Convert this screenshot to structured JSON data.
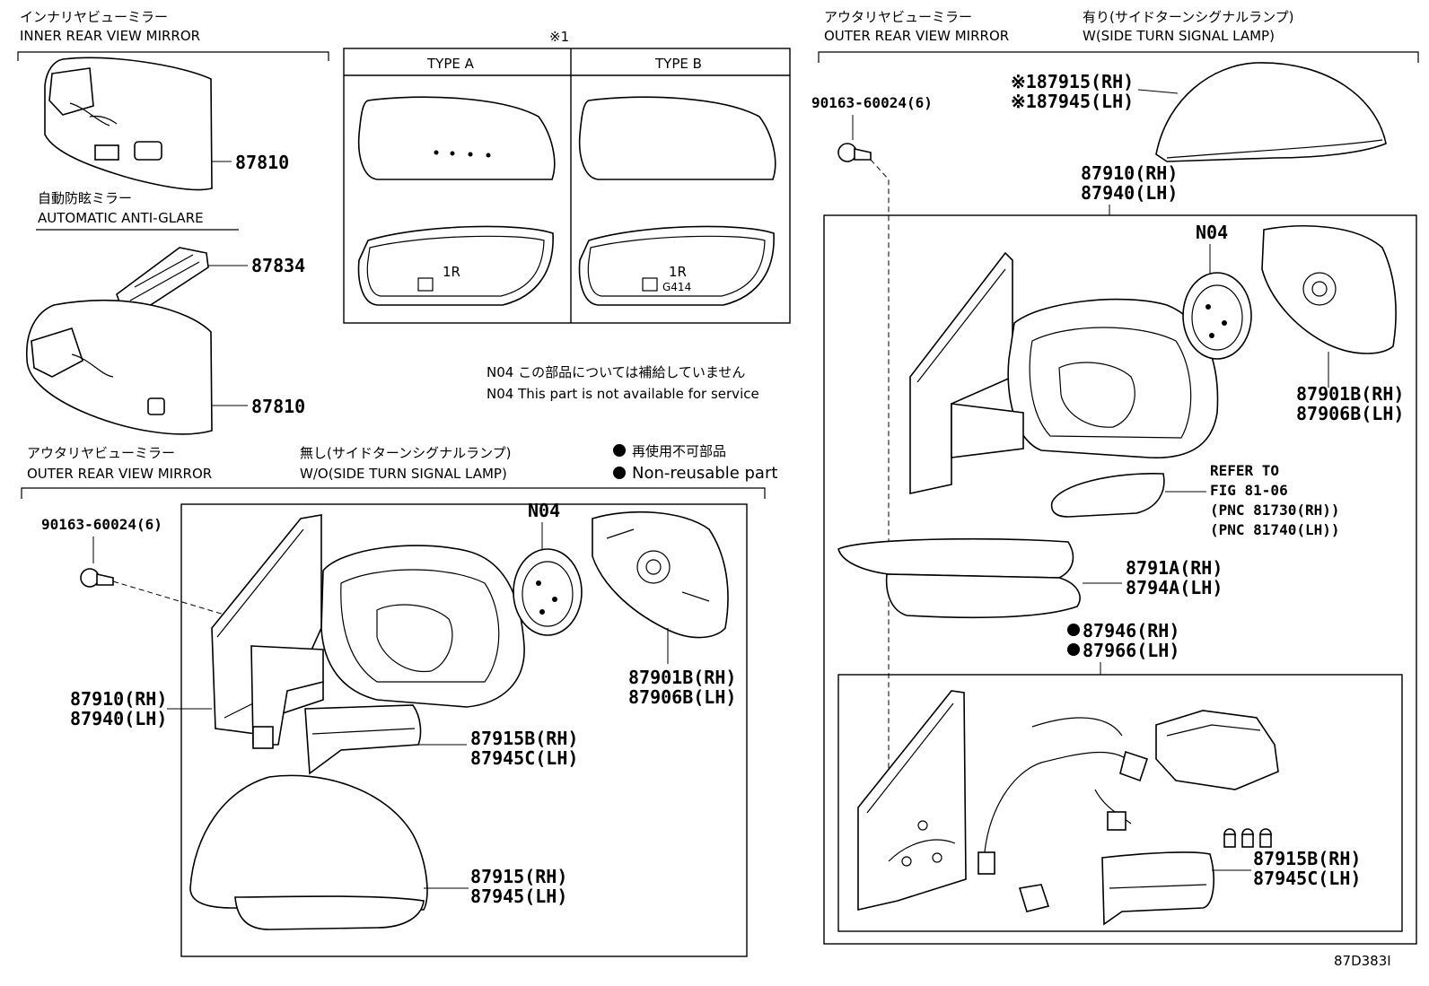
{
  "inner_mirror": {
    "title_jp": "インナリヤビューミラー",
    "title_en": "INNER REAR VIEW MIRROR",
    "sub_jp": "自動防眩ミラー",
    "sub_en": "AUTOMATIC ANTI-GLARE",
    "part_upper": "87810",
    "part_bracket": "87834",
    "part_lower": "87810"
  },
  "types_table": {
    "note_mark": "※1",
    "type_a": "TYPE A",
    "type_b": "TYPE B",
    "mark_1r": "1R",
    "mark_g414": "G414"
  },
  "notes": {
    "n04_jp": "N04 この部品については補給していません",
    "n04_en": "N04 This part is not available for service",
    "nonreuse_jp": "再使用不可部品",
    "nonreuse_en": "Non-reusable part"
  },
  "outer_left": {
    "title_jp": "アウタリヤビューミラー",
    "title_en": "OUTER REAR VIEW MIRROR",
    "variant_jp": "無し(サイドターンシグナルランプ)",
    "variant_en": "W/O(SIDE TURN SIGNAL LAMP)",
    "bolt": "90163-60024(6)",
    "n04": "N04",
    "p_87901b": "87901B(RH)",
    "p_87906b": "87906B(LH)",
    "p_87910": "87910(RH)",
    "p_87940": "87940(LH)",
    "p_87915b": "87915B(RH)",
    "p_87945c": "87945C(LH)",
    "p_87915": "87915(RH)",
    "p_87945": "87945(LH)"
  },
  "outer_right": {
    "title_jp": "アウタリヤビューミラー",
    "title_en": "OUTER REAR VIEW MIRROR",
    "variant_jp": "有り(サイドターンシグナルランプ)",
    "variant_en": "W(SIDE TURN SIGNAL LAMP)",
    "bolt": "90163-60024(6)",
    "cover_rh": "※187915(RH)",
    "cover_lh": "※187945(LH)",
    "p_87910": "87910(RH)",
    "p_87940": "87940(LH)",
    "n04": "N04",
    "p_87901b": "87901B(RH)",
    "p_87906b": "87906B(LH)",
    "refer_1": "REFER TO",
    "refer_2": "FIG 81-06",
    "refer_3": "(PNC 81730(RH))",
    "refer_4": "(PNC 81740(LH))",
    "p_8791a": "8791A(RH)",
    "p_8794a": "8794A(LH)",
    "p_87946": "87946(RH)",
    "p_87966": "87966(LH)",
    "p_87915b": "87915B(RH)",
    "p_87945c": "87945C(LH)"
  },
  "figure_code": "87D383I"
}
